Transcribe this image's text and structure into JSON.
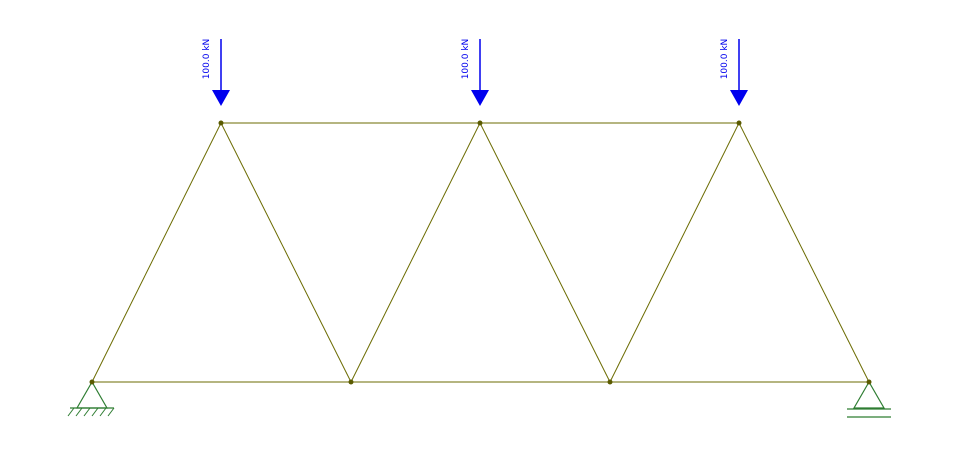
{
  "colors": {
    "background": "#ffffff",
    "member": "#6b6b00",
    "node": "#5a5a00",
    "load": "#0000ee",
    "support": "#2e7d32"
  },
  "truss": {
    "nodes": [
      {
        "id": "N1",
        "position": "bottom-left"
      },
      {
        "id": "N2",
        "position": "bottom"
      },
      {
        "id": "N3",
        "position": "bottom"
      },
      {
        "id": "N4",
        "position": "bottom-right"
      },
      {
        "id": "N5",
        "position": "top"
      },
      {
        "id": "N6",
        "position": "top"
      },
      {
        "id": "N7",
        "position": "top"
      }
    ],
    "members": [
      [
        "N1",
        "N2"
      ],
      [
        "N2",
        "N3"
      ],
      [
        "N3",
        "N4"
      ],
      [
        "N5",
        "N6"
      ],
      [
        "N6",
        "N7"
      ],
      [
        "N1",
        "N5"
      ],
      [
        "N5",
        "N2"
      ],
      [
        "N2",
        "N6"
      ],
      [
        "N6",
        "N3"
      ],
      [
        "N3",
        "N7"
      ],
      [
        "N7",
        "N4"
      ]
    ],
    "supports": [
      {
        "node": "N1",
        "type": "pinned",
        "icon": "pinned-support-icon"
      },
      {
        "node": "N4",
        "type": "roller",
        "icon": "roller-support-icon"
      }
    ],
    "loads": [
      {
        "node": "N5",
        "label": "100.0 kN",
        "icon": "down-arrow-icon"
      },
      {
        "node": "N6",
        "label": "100.0 kN",
        "icon": "down-arrow-icon"
      },
      {
        "node": "N7",
        "label": "100.0 kN",
        "icon": "down-arrow-icon"
      }
    ]
  }
}
